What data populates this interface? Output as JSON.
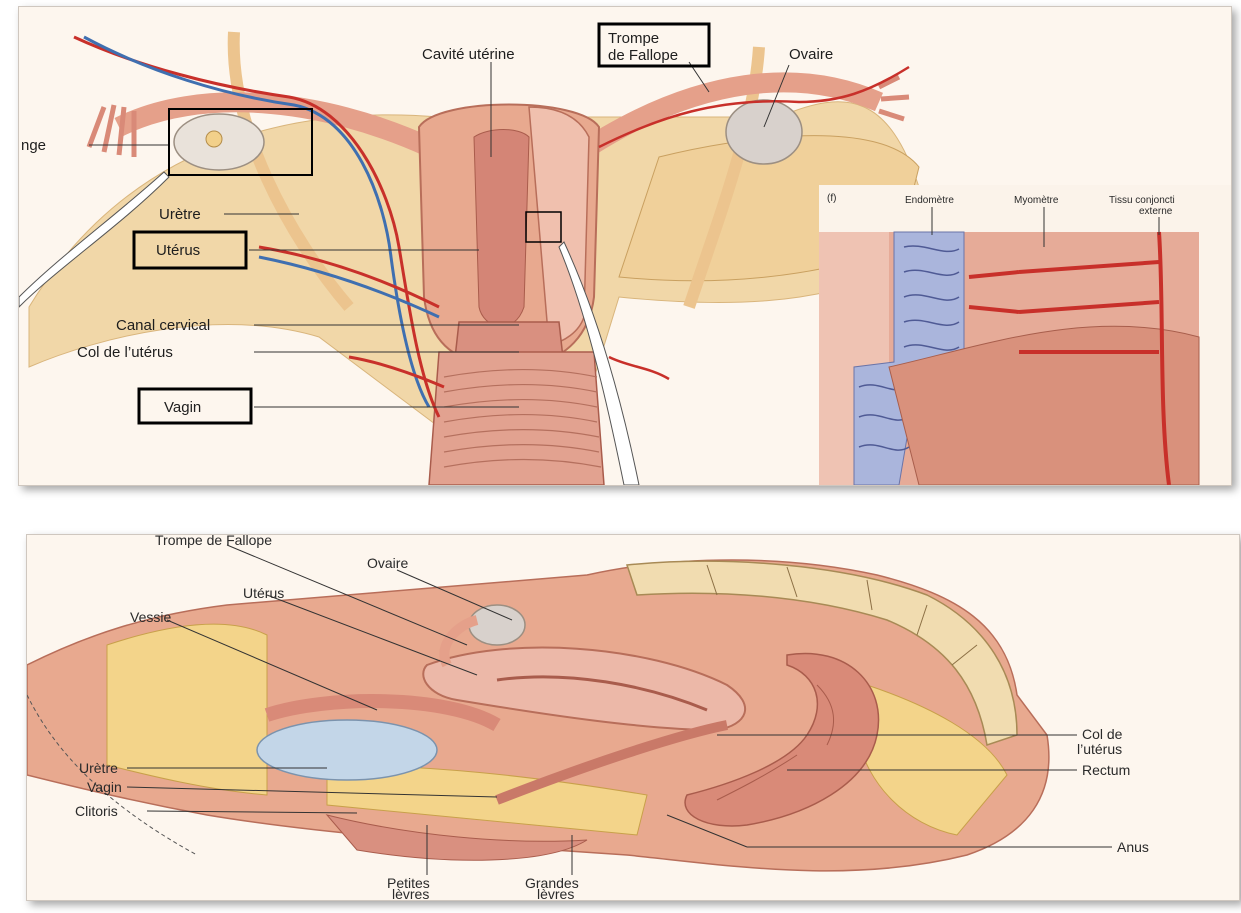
{
  "top_panel": {
    "panel_letter": "(f)",
    "labels": {
      "cavite_uterine": "Cavité utérine",
      "trompe_line1": "Trompe",
      "trompe_line2": "de Fallope",
      "ovaire": "Ovaire",
      "frange": "nge",
      "uretre": "Urètre",
      "uterus": "Utérus",
      "canal_cervical": "Canal cervical",
      "col_uterus": "Col de l’utérus",
      "vagin": "Vagin"
    },
    "inset": {
      "endometre": "Endomètre",
      "myometre": "Myomètre",
      "tissu_line1": "Tissu conjoncti",
      "tissu_line2": "externe"
    }
  },
  "bottom_panel": {
    "labels": {
      "trompe_cut": "Trompe de Fallope",
      "ovaire": "Ovaire",
      "uterus": "Utérus",
      "vessie": "Vessie",
      "col_line1": "Col de",
      "col_line2": "l’utérus",
      "rectum": "Rectum",
      "uretre": "Urètre",
      "vagin": "Vagin",
      "clitoris": "Clitoris",
      "anus": "Anus",
      "petites_line1": "Petites",
      "petites_line2": "lèvres",
      "grandes_line1": "Grandes",
      "grandes_line2": "lèvres"
    }
  },
  "colors": {
    "flesh": "#e8a98f",
    "muscle": "#d98a78",
    "artery": "#c8302a",
    "vein": "#3f6fb0",
    "fat": "#f3d48a",
    "ligament": "#f1d7a8"
  }
}
